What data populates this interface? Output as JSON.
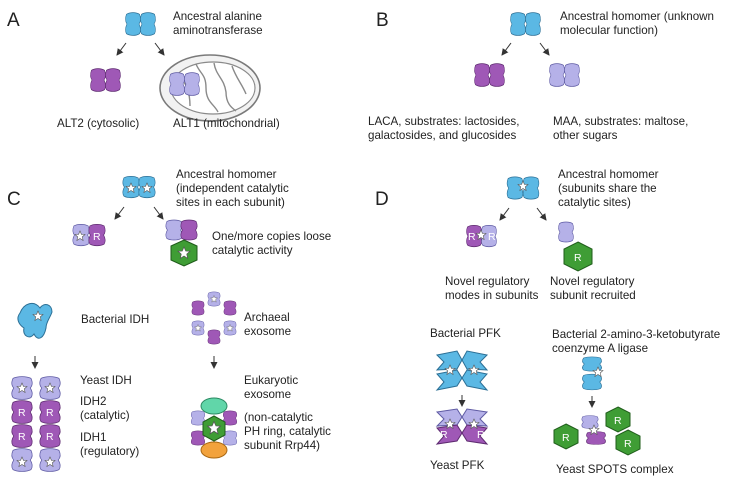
{
  "panels": {
    "a": {
      "letter": "A",
      "ancestor": [
        "Ancestral alanine",
        "aminotransferase"
      ],
      "left": "ALT2 (cytosolic)",
      "right": "ALT1 (mitochondrial)"
    },
    "b": {
      "letter": "B",
      "ancestor": [
        "Ancestral homomer (unknown",
        "molecular function)"
      ],
      "left": [
        "LACA, substrates: lactosides,",
        "galactosides, and glucosides"
      ],
      "right": [
        "MAA, substrates: maltose,",
        "other sugars"
      ]
    },
    "c": {
      "letter": "C",
      "ancestor": [
        "Ancestral homomer",
        "(independent catalytic",
        "sites in each subunit)"
      ],
      "loss": [
        "One/more copies loose",
        "catalytic activity"
      ],
      "bacterial_idh": "Bacterial IDH",
      "yeast_idh": "Yeast IDH",
      "idh2": [
        "IDH2",
        "(catalytic)"
      ],
      "idh1": [
        "IDH1",
        "(regulatory)"
      ],
      "archaeal": [
        "Archaeal",
        "exosome"
      ],
      "eukaryotic": [
        "Eukaryotic",
        "exosome"
      ],
      "exosome_note": [
        "(non-catalytic",
        "PH ring, catalytic",
        "subunit Rrp44)"
      ],
      "r": "R"
    },
    "d": {
      "letter": "D",
      "ancestor": [
        "Ancestral homomer",
        "(subunits share the",
        "catalytic sites)"
      ],
      "novel_modes": [
        "Novel regulatory",
        "modes in subunits"
      ],
      "novel_subunit": [
        "Novel regulatory",
        "subunit recruited"
      ],
      "bacterial_pfk": "Bacterial PFK",
      "yeast_pfk": "Yeast PFK",
      "bacterial_ligase": [
        "Bacterial 2-amino-3-ketobutyrate",
        "coenzyme A ligase"
      ],
      "yeast_spots": "Yeast SPOTS complex",
      "r": "R"
    }
  },
  "colors": {
    "ancestral": "#5bb8e4",
    "purple": "#9f58b6",
    "lilac": "#b5b1e8",
    "green": "#3f9d35",
    "teal": "#61d6a9",
    "orange": "#f2a23c"
  }
}
